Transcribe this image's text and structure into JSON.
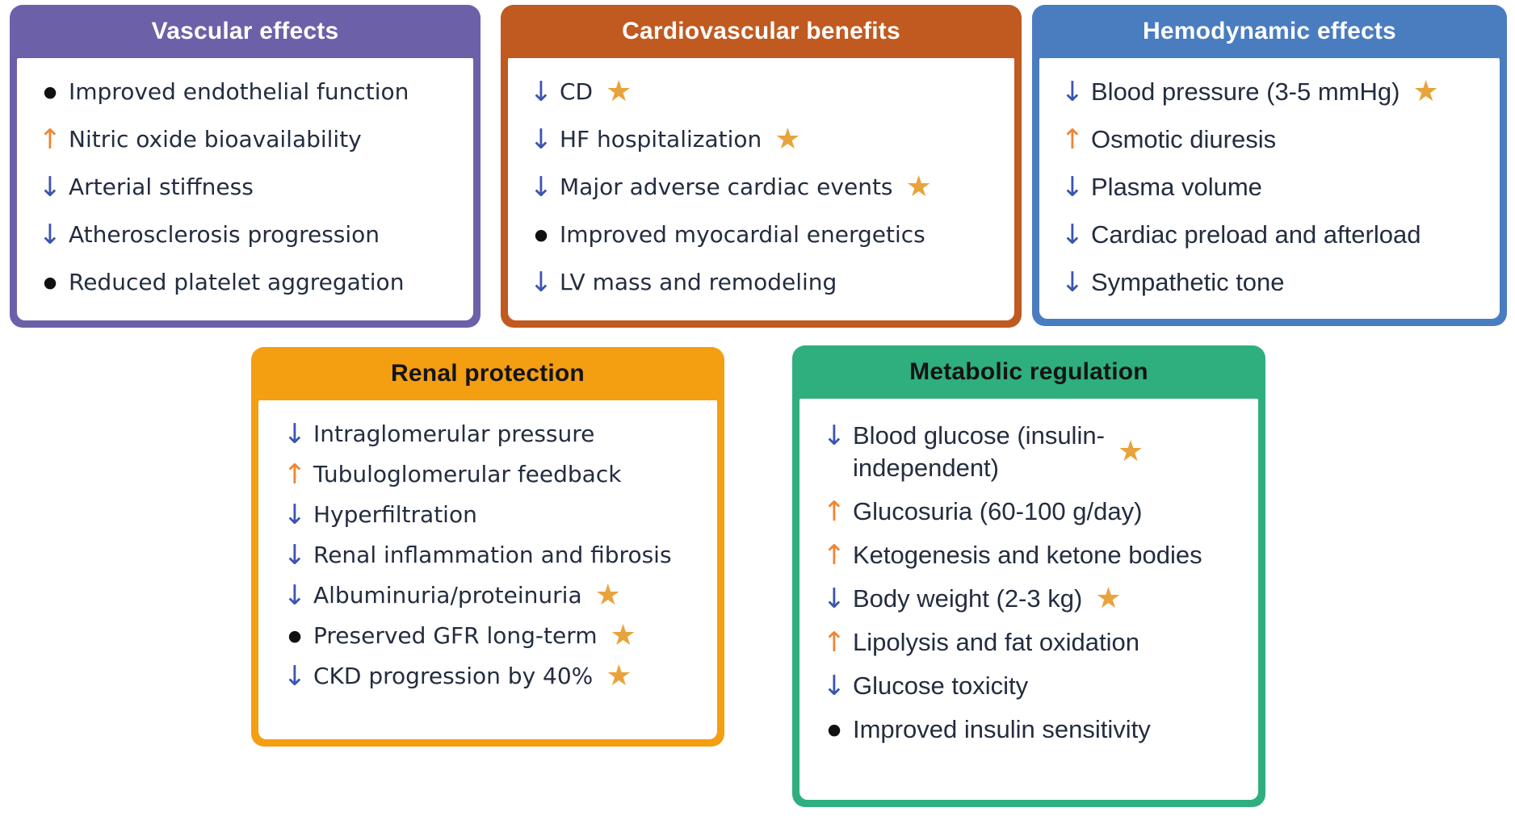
{
  "colors": {
    "vascular_theme": "#6C61A8",
    "cardio_theme": "#C05A20",
    "hemodynamic_theme": "#4A7CC0",
    "renal_theme": "#F49E12",
    "metabolic_theme": "#2FAF7E",
    "down_arrow": "#3B55B0",
    "up_arrow": "#EF8532",
    "star": "#E8A33C",
    "bullet": "#111111",
    "body_text": "#232D3F",
    "title_light": "#FFFFFF",
    "title_dark": "#141414"
  },
  "icons": {
    "down_arrow": "↓",
    "up_arrow": "↑",
    "bullet": "●",
    "star": "★"
  },
  "cards": [
    {
      "id": "vascular-effects",
      "title": "Vascular effects",
      "theme": "#6C61A8",
      "title_color": "#FFFFFF",
      "font": "wide",
      "items": [
        {
          "marker": "bullet",
          "text": "Improved endothelial function",
          "star": false
        },
        {
          "marker": "up",
          "text": "Nitric oxide bioavailability",
          "star": false
        },
        {
          "marker": "down",
          "text": "Arterial stiffness",
          "star": false
        },
        {
          "marker": "down",
          "text": "Atherosclerosis progression",
          "star": false
        },
        {
          "marker": "bullet",
          "text": "Reduced platelet aggregation",
          "star": false
        }
      ]
    },
    {
      "id": "cardiovascular-benefits",
      "title": "Cardiovascular benefits",
      "theme": "#C05A20",
      "title_color": "#FFFFFF",
      "font": "wide",
      "items": [
        {
          "marker": "down",
          "text": "CD",
          "star": true
        },
        {
          "marker": "down",
          "text": "HF hospitalization",
          "star": true
        },
        {
          "marker": "down",
          "text": "Major adverse cardiac events",
          "star": true
        },
        {
          "marker": "bullet",
          "text": "Improved myocardial energetics",
          "star": false
        },
        {
          "marker": "down",
          "text": "LV mass and remodeling",
          "star": false
        }
      ]
    },
    {
      "id": "hemodynamic-effects",
      "title": "Hemodynamic effects",
      "theme": "#4A7CC0",
      "title_color": "#FFFFFF",
      "font": "narrow",
      "items": [
        {
          "marker": "down",
          "text": "Blood pressure (3-5 mmHg)",
          "star": true
        },
        {
          "marker": "up",
          "text": "Osmotic diuresis",
          "star": false
        },
        {
          "marker": "down",
          "text": "Plasma volume",
          "star": false
        },
        {
          "marker": "down",
          "text": "Cardiac preload and afterload",
          "star": false
        },
        {
          "marker": "down",
          "text": "Sympathetic tone",
          "star": false
        }
      ]
    },
    {
      "id": "renal-protection",
      "title": "Renal protection",
      "theme": "#F49E12",
      "title_color": "#141414",
      "font": "wide",
      "items": [
        {
          "marker": "down",
          "text": "Intraglomerular pressure",
          "star": false
        },
        {
          "marker": "up",
          "text": "Tubuloglomerular feedback",
          "star": false
        },
        {
          "marker": "down",
          "text": "Hyperfiltration",
          "star": false
        },
        {
          "marker": "down",
          "text": "Renal inflammation and fibrosis",
          "star": false
        },
        {
          "marker": "down",
          "text": "Albuminuria/proteinuria",
          "star": true
        },
        {
          "marker": "bullet",
          "text": "Preserved GFR long-term",
          "star": true
        },
        {
          "marker": "down",
          "text": "CKD progression by 40%",
          "star": true
        }
      ]
    },
    {
      "id": "metabolic-regulation",
      "title": "Metabolic regulation",
      "theme": "#2FAF7E",
      "title_color": "#141414",
      "font": "narrow",
      "items": [
        {
          "marker": "down",
          "text": "Blood glucose (insulin-\nindependent)",
          "star": true
        },
        {
          "marker": "up",
          "text": "Glucosuria (60-100 g/day)",
          "star": false
        },
        {
          "marker": "up",
          "text": "Ketogenesis and ketone bodies",
          "star": false
        },
        {
          "marker": "down",
          "text": "Body weight (2-3 kg)",
          "star": true
        },
        {
          "marker": "up",
          "text": "Lipolysis and fat oxidation",
          "star": false
        },
        {
          "marker": "down",
          "text": "Glucose toxicity",
          "star": false
        },
        {
          "marker": "bullet",
          "text": "Improved insulin sensitivity",
          "star": false
        }
      ]
    }
  ]
}
